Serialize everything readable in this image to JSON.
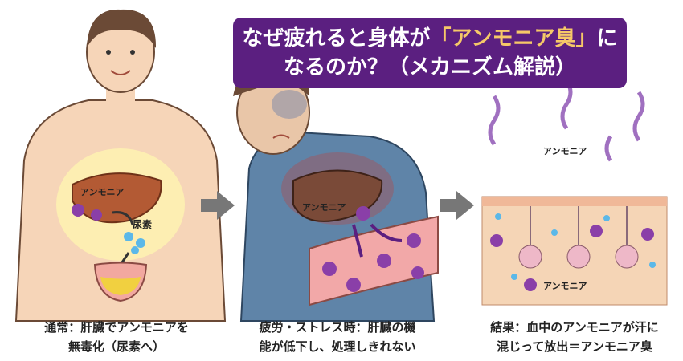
{
  "title": {
    "line1_pre": "なぜ疲れると身体が",
    "line1_highlight": "「アンモニア臭」",
    "line1_post": "に",
    "line2": "なるのか？（メカニズム解説）"
  },
  "panels": [
    {
      "labels": {
        "ammonia": "アンモニア",
        "urea": "尿素"
      },
      "caption_line1": "通常：肝臓でアンモニアを",
      "caption_line2": "無毒化（尿素へ）"
    },
    {
      "labels": {
        "ammonia": "アンモニア"
      },
      "caption_line1": "疲労・ストレス時：肝臓の機",
      "caption_line2": "能が低下し、処理しきれない"
    },
    {
      "labels": {
        "ammonia_top": "アンモニア",
        "ammonia_bottom": "アンモニア"
      },
      "caption_line1": "結果：血中のアンモニアが汗に",
      "caption_line2": "混じって放出＝アンモニア臭"
    }
  ],
  "colors": {
    "title_bg": "#5b1f80",
    "highlight": "#f6c868",
    "ammonia": "#8a3fa8",
    "liver": "#a8552f",
    "arrow": "#777777"
  }
}
